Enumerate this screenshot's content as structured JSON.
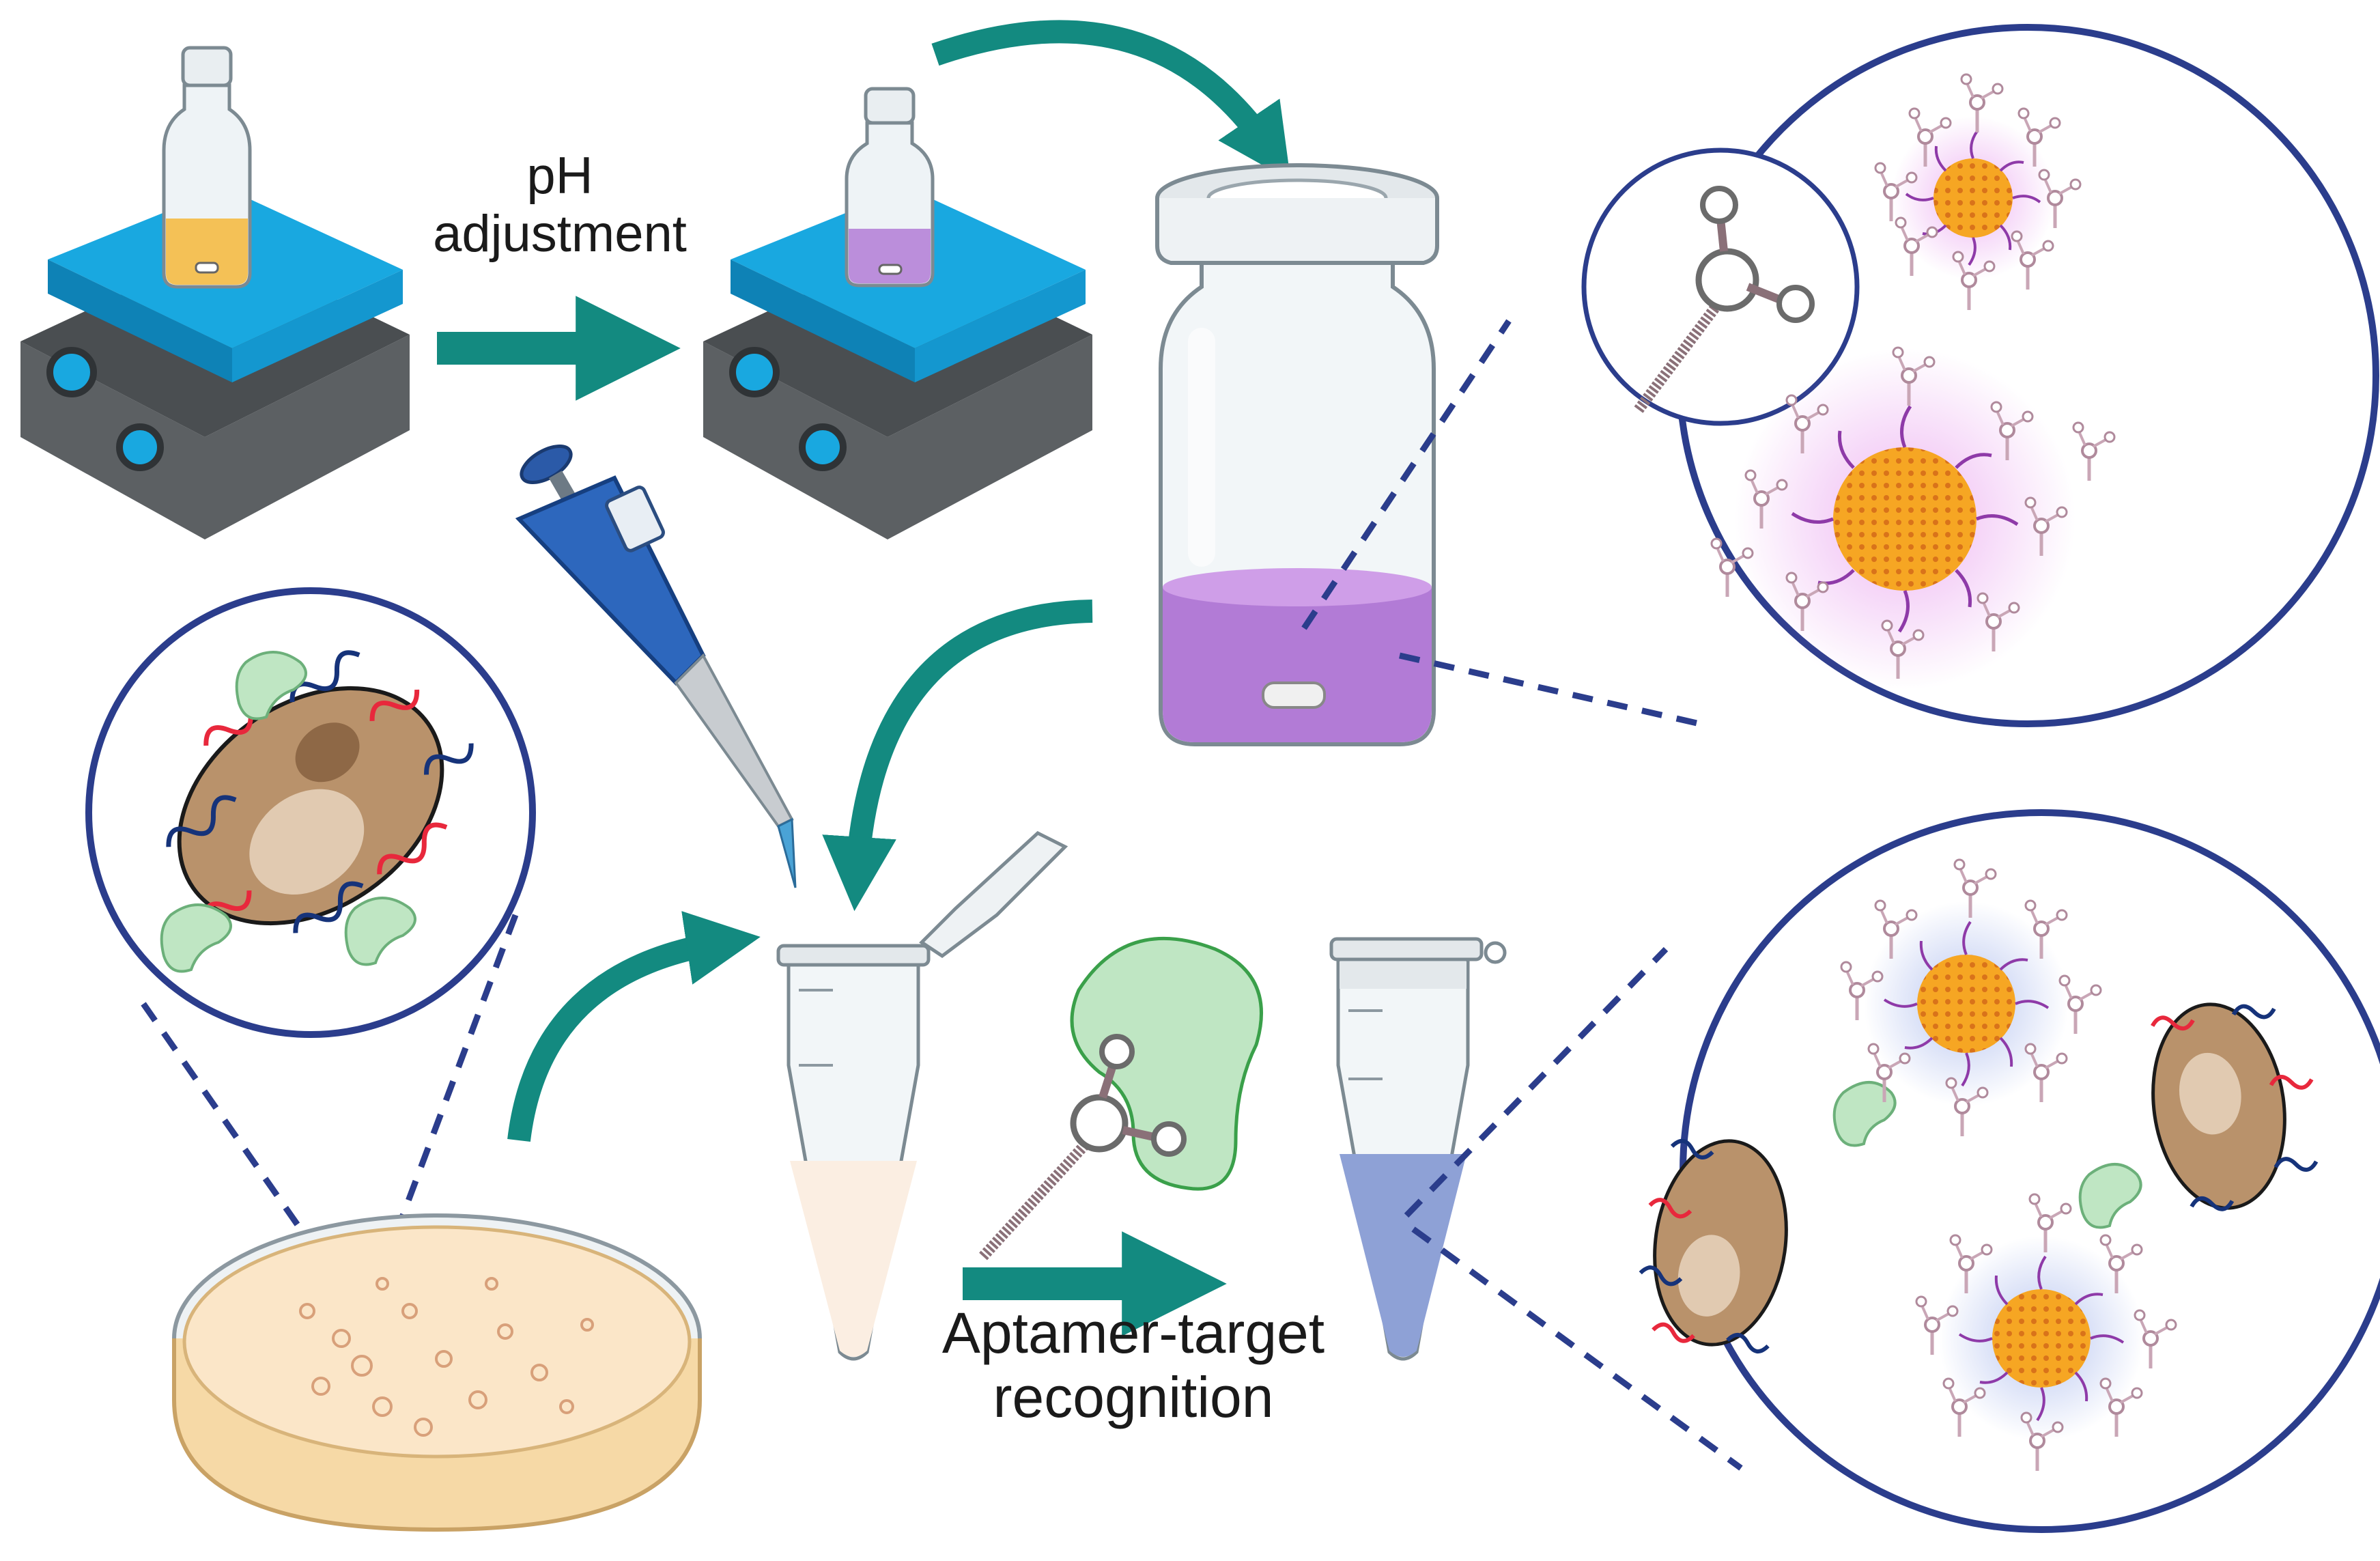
{
  "labels": {
    "ph_line1": "pH",
    "ph_line2": "adjustment",
    "aptamer_line1": "Aptamer-target",
    "aptamer_line2": "recognition"
  },
  "colors": {
    "arrow_teal": "#138a80",
    "stirrer_top": "#19a8e0",
    "stirrer_body": "#5c6063",
    "purple_solution": "#b27bd6",
    "yellow_solution": "#f4b73a",
    "nanoparticle": "#f5a623",
    "bacterium": "#b9926b",
    "aptamer_red": "#e8283c",
    "aptamer_blue": "#16337a",
    "target_green": "#bfe6c3",
    "circle_border": "#2b3d8c",
    "petri_medium": "#fbe6c8",
    "tube_liquid_blue": "#8ea1d6",
    "tube_liquid_cream": "#fbeee2"
  },
  "icons": [
    "magnetic-stirrer-icon",
    "glass-vial-icon",
    "micropipette-icon",
    "petri-dish-icon",
    "microcentrifuge-tube-icon",
    "aptamer-icon",
    "gold-nanoparticle-icon",
    "bacterium-icon",
    "target-protein-icon"
  ]
}
